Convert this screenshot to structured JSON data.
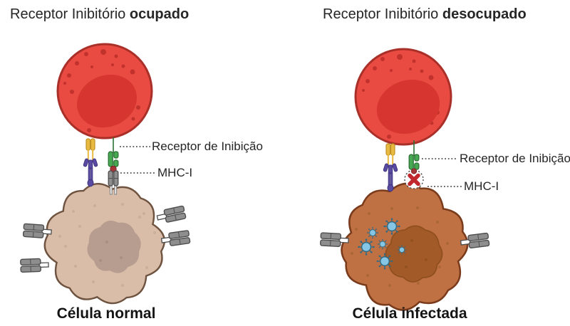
{
  "panels": [
    {
      "title_regular": "Receptor Inibitório",
      "title_bold": "ocupado",
      "receptor_label": "Receptor de Inibição",
      "mhc_label": "MHC-I",
      "cell_label": "Célula normal"
    },
    {
      "title_regular": "Receptor Inibitório",
      "title_bold": "desocupado",
      "receptor_label": "Receptor de Inibição",
      "mhc_label": "MHC-I",
      "cell_label": "Célula infectada"
    }
  ],
  "colors": {
    "background": "#ffffff",
    "text": "#262626",
    "nk_fill": "#e94b42",
    "nk_border": "#a93029",
    "nk_nucleus": "#d6362f",
    "nk_granule": "#c2322c",
    "yellow_fill": "#e9ba41",
    "yellow_border": "#bf9126",
    "purple_fill": "#5a4aa2",
    "purple_border": "#3f357f",
    "green_fill": "#47a952",
    "green_border": "#2c7134",
    "gray_fill": "#8e8e8e",
    "gray_border": "#4d4d4d",
    "peptide_red": "#a63538",
    "normal_fill": "#d9bda9",
    "normal_border": "#6e5340",
    "normal_nucleus": "#b69d8f",
    "normal_dot": "#c9ae9a",
    "infected_fill": "#bf7143",
    "infected_border": "#7a3b1c",
    "infected_nucleus": "#a15a28",
    "infected_nucleus_border": "#8f4e1e",
    "infected_dot": "#ab6637",
    "virus_fill": "#85c6e4",
    "virus_border": "#326a83",
    "x_red": "#c0282d",
    "dashed_circle": "#4a4a4a",
    "leader": "#333333"
  }
}
